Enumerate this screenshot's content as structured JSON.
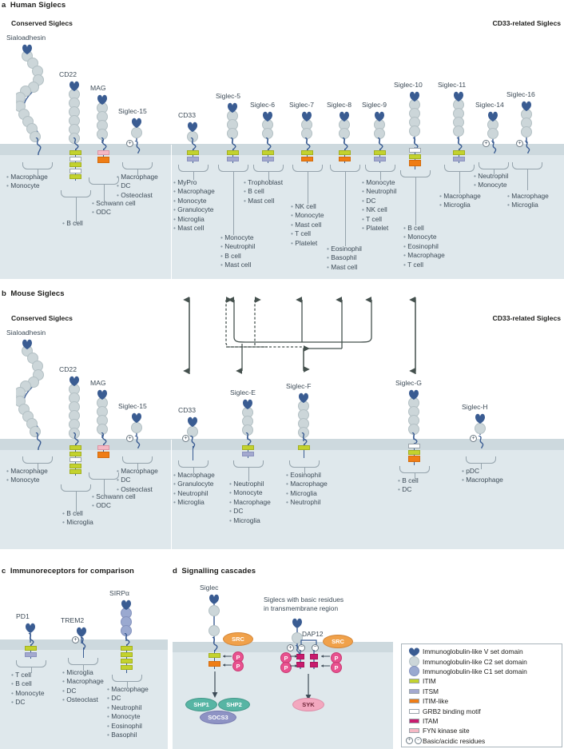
{
  "panels": {
    "a": {
      "letter": "a",
      "title": "Human Siglecs",
      "left_group": "Conserved Siglecs",
      "right_group": "CD33-related Siglecs"
    },
    "b": {
      "letter": "b",
      "title": "Mouse Siglecs",
      "left_group": "Conserved Siglecs",
      "right_group": "CD33-related Siglecs"
    },
    "c": {
      "letter": "c",
      "title": "Immunoreceptors for comparison"
    },
    "d": {
      "letter": "d",
      "title": "Signalling cascades"
    }
  },
  "human_conserved": [
    {
      "name": "Sialoadhesin",
      "cells": [
        "Macrophage",
        "Monocyte"
      ]
    },
    {
      "name": "CD22",
      "cells": [
        "B cell"
      ]
    },
    {
      "name": "MAG",
      "cells": [
        "Schwann cell",
        "ODC"
      ]
    },
    {
      "name": "Siglec-15",
      "cells": [
        "Macrophage",
        "DC",
        "Osteoclast"
      ]
    }
  ],
  "human_cd33related": [
    {
      "name": "CD33",
      "cells": [
        "MyPro",
        "Macrophage",
        "Monocyte",
        "Granulocyte",
        "Microglia",
        "Mast cell"
      ]
    },
    {
      "name": "Siglec-5",
      "cells": [
        "Monocyte",
        "Neutrophil",
        "B cell",
        "Mast cell"
      ]
    },
    {
      "name": "Siglec-6",
      "cells": [
        "Trophoblast",
        "B cell",
        "Mast cell"
      ]
    },
    {
      "name": "Siglec-7",
      "cells": [
        "NK cell",
        "Monocyte",
        "Mast cell",
        "T cell",
        "Platelet"
      ]
    },
    {
      "name": "Siglec-8",
      "cells": [
        "Eosinophil",
        "Basophil",
        "Mast cell"
      ]
    },
    {
      "name": "Siglec-9",
      "cells": [
        "Monocyte",
        "Neutrophil",
        "DC",
        "NK cell",
        "T cell",
        "Platelet"
      ]
    },
    {
      "name": "Siglec-10",
      "cells": [
        "B cell",
        "Monocyte",
        "Eosinophil",
        "Macrophage",
        "T cell"
      ]
    },
    {
      "name": "Siglec-11",
      "cells": [
        "Macrophage",
        "Microglia"
      ]
    },
    {
      "name": "Siglec-14",
      "cells": [
        "Neutrophil",
        "Monocyte"
      ]
    },
    {
      "name": "Siglec-16",
      "cells": [
        "Macrophage",
        "Microglia"
      ]
    }
  ],
  "mouse_conserved": [
    {
      "name": "Sialoadhesin",
      "cells": [
        "Macrophage",
        "Monocyte"
      ]
    },
    {
      "name": "CD22",
      "cells": [
        "B cell",
        "Microglia"
      ]
    },
    {
      "name": "MAG",
      "cells": [
        "Schwann cell",
        "ODC"
      ]
    },
    {
      "name": "Siglec-15",
      "cells": [
        "Macrophage",
        "DC",
        "Osteoclast"
      ]
    }
  ],
  "mouse_cd33related": [
    {
      "name": "CD33",
      "cells": [
        "Macrophage",
        "Granulocyte",
        "Neutrophil",
        "Microglia"
      ]
    },
    {
      "name": "Siglec-E",
      "cells": [
        "Neutrophil",
        "Monocyte",
        "Macrophage",
        "DC",
        "Microglia"
      ]
    },
    {
      "name": "Siglec-F",
      "cells": [
        "Eosinophil",
        "Macrophage",
        "Microglia",
        "Neutrophil"
      ]
    },
    {
      "name": "Siglec-G",
      "cells": [
        "B cell",
        "DC"
      ]
    },
    {
      "name": "Siglec-H",
      "cells": [
        "pDC",
        "Macrophage"
      ]
    }
  ],
  "immunoreceptors": [
    {
      "name": "PD1",
      "cells": [
        "T cell",
        "B cell",
        "Monocyte",
        "DC"
      ]
    },
    {
      "name": "TREM2",
      "cells": [
        "Microglia",
        "Macrophage",
        "DC",
        "Osteoclast"
      ]
    },
    {
      "name": "SIRPα",
      "cells": [
        "Macrophage",
        "DC",
        "Neutrophil",
        "Monocyte",
        "Eosinophil",
        "Basophil"
      ]
    }
  ],
  "signalling": {
    "left_label": "Siglec",
    "right_label": "Siglecs with basic residues\nin transmembrane region",
    "right_label_l1": "Siglecs with basic residues",
    "right_label_l2": "in transmembrane region",
    "src": "SRC",
    "dap12": "DAP12",
    "phospho": "P",
    "effectors_left": [
      "SHP1",
      "SHP2",
      "SOCS3"
    ],
    "effector_right": "SYK"
  },
  "legend": [
    {
      "icon": "v-set-domain-icon",
      "label": "Immunoglobulin-like V set domain",
      "color": "#3a5c92"
    },
    {
      "icon": "c2-set-domain-icon",
      "label": "Immunoglobulin-like C2 set domain",
      "color": "#ccd6d9"
    },
    {
      "icon": "c1-set-domain-icon",
      "label": "Immunoglobulin-like C1 set domain",
      "color": "#9aa9d0"
    },
    {
      "icon": "itim-motif-icon",
      "label": "ITIM",
      "color": "#c3d22e"
    },
    {
      "icon": "itsm-motif-icon",
      "label": "ITSM",
      "color": "#a3a9cf"
    },
    {
      "icon": "itim-like-motif-icon",
      "label": "ITIM-like",
      "color": "#ef7d16"
    },
    {
      "icon": "grb2-binding-motif-icon",
      "label": "GRB2 binding motif",
      "color": "#ffffff"
    },
    {
      "icon": "itam-motif-icon",
      "label": "ITAM",
      "color": "#c81b6e"
    },
    {
      "icon": "fyn-kinase-site-icon",
      "label": "FYN kinase site",
      "color": "#f5b8c4"
    },
    {
      "icon": "basic-acidic-residues-icon",
      "label": "Basic/acidic residues",
      "color": "#ffffff"
    }
  ],
  "colors": {
    "membrane": "#cdd9de",
    "cytosol": "#dfe8ec",
    "v_set": "#3a5c92",
    "c2_set": "#ccd6d9",
    "c1_set": "#9aa9d0",
    "itim": "#c3d22e",
    "itsm": "#a3a9cf",
    "itim_like": "#ef7d16",
    "itam": "#c81b6e",
    "fyn": "#f5b8c4",
    "src": "#f0a14a",
    "shp": "#57b5a4",
    "socs3": "#8e93c4",
    "syk": "#f3a8bf",
    "phospho": "#e8518f"
  }
}
